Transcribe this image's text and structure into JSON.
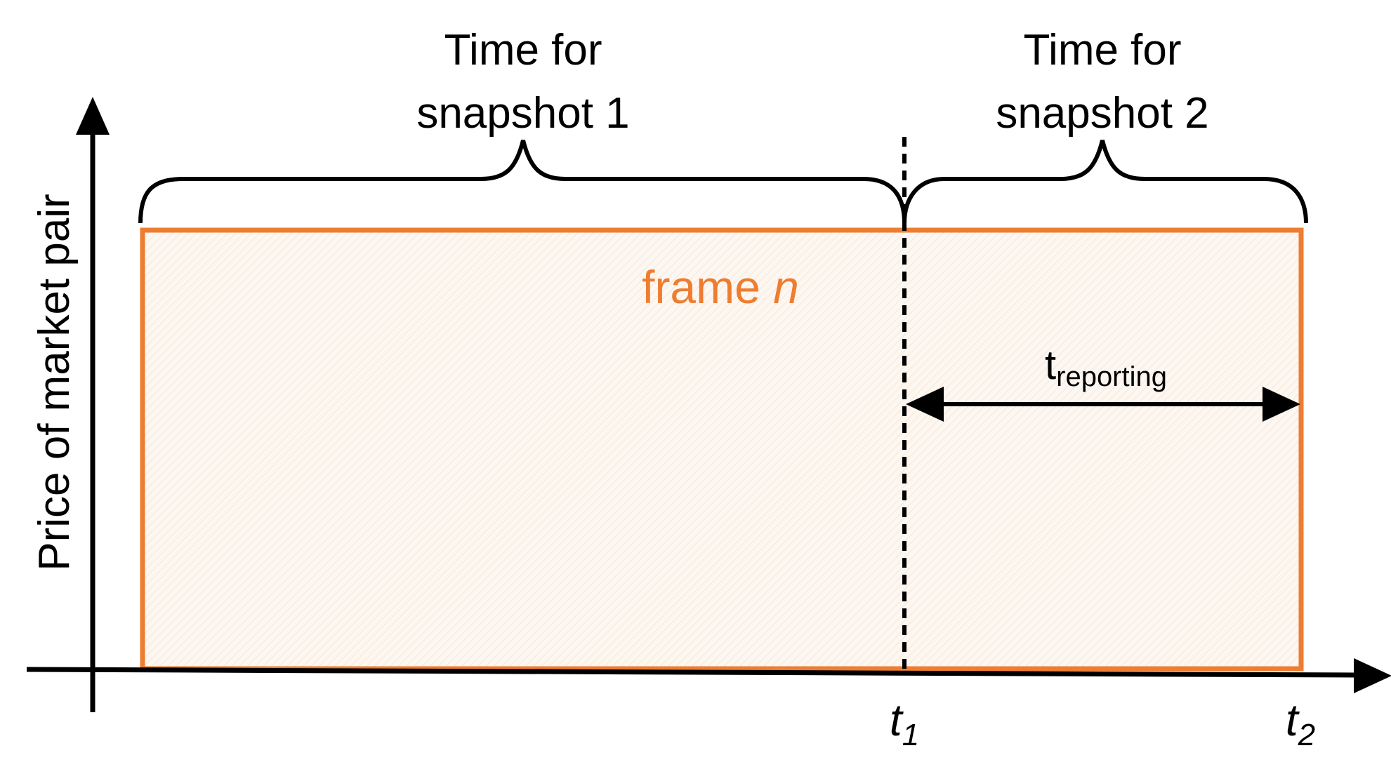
{
  "diagram": {
    "y_axis_label": "Price of market pair",
    "snapshot1_label": {
      "line1": "Time for",
      "line2": "snapshot 1"
    },
    "snapshot2_label": {
      "line1": "Time for",
      "line2": "snapshot 2"
    },
    "frame_label": {
      "word": "frame ",
      "var": "n"
    },
    "reporting_label": {
      "base": "t",
      "sub": "reporting"
    },
    "t1_label": {
      "base": "t",
      "sub": "1"
    },
    "t2_label": {
      "base": "t",
      "sub": "2"
    },
    "colors": {
      "frame_stroke": "#ED7D31",
      "frame_fill": "#FDF7F2",
      "frame_text": "#ED7D31",
      "ink": "#000000"
    }
  }
}
